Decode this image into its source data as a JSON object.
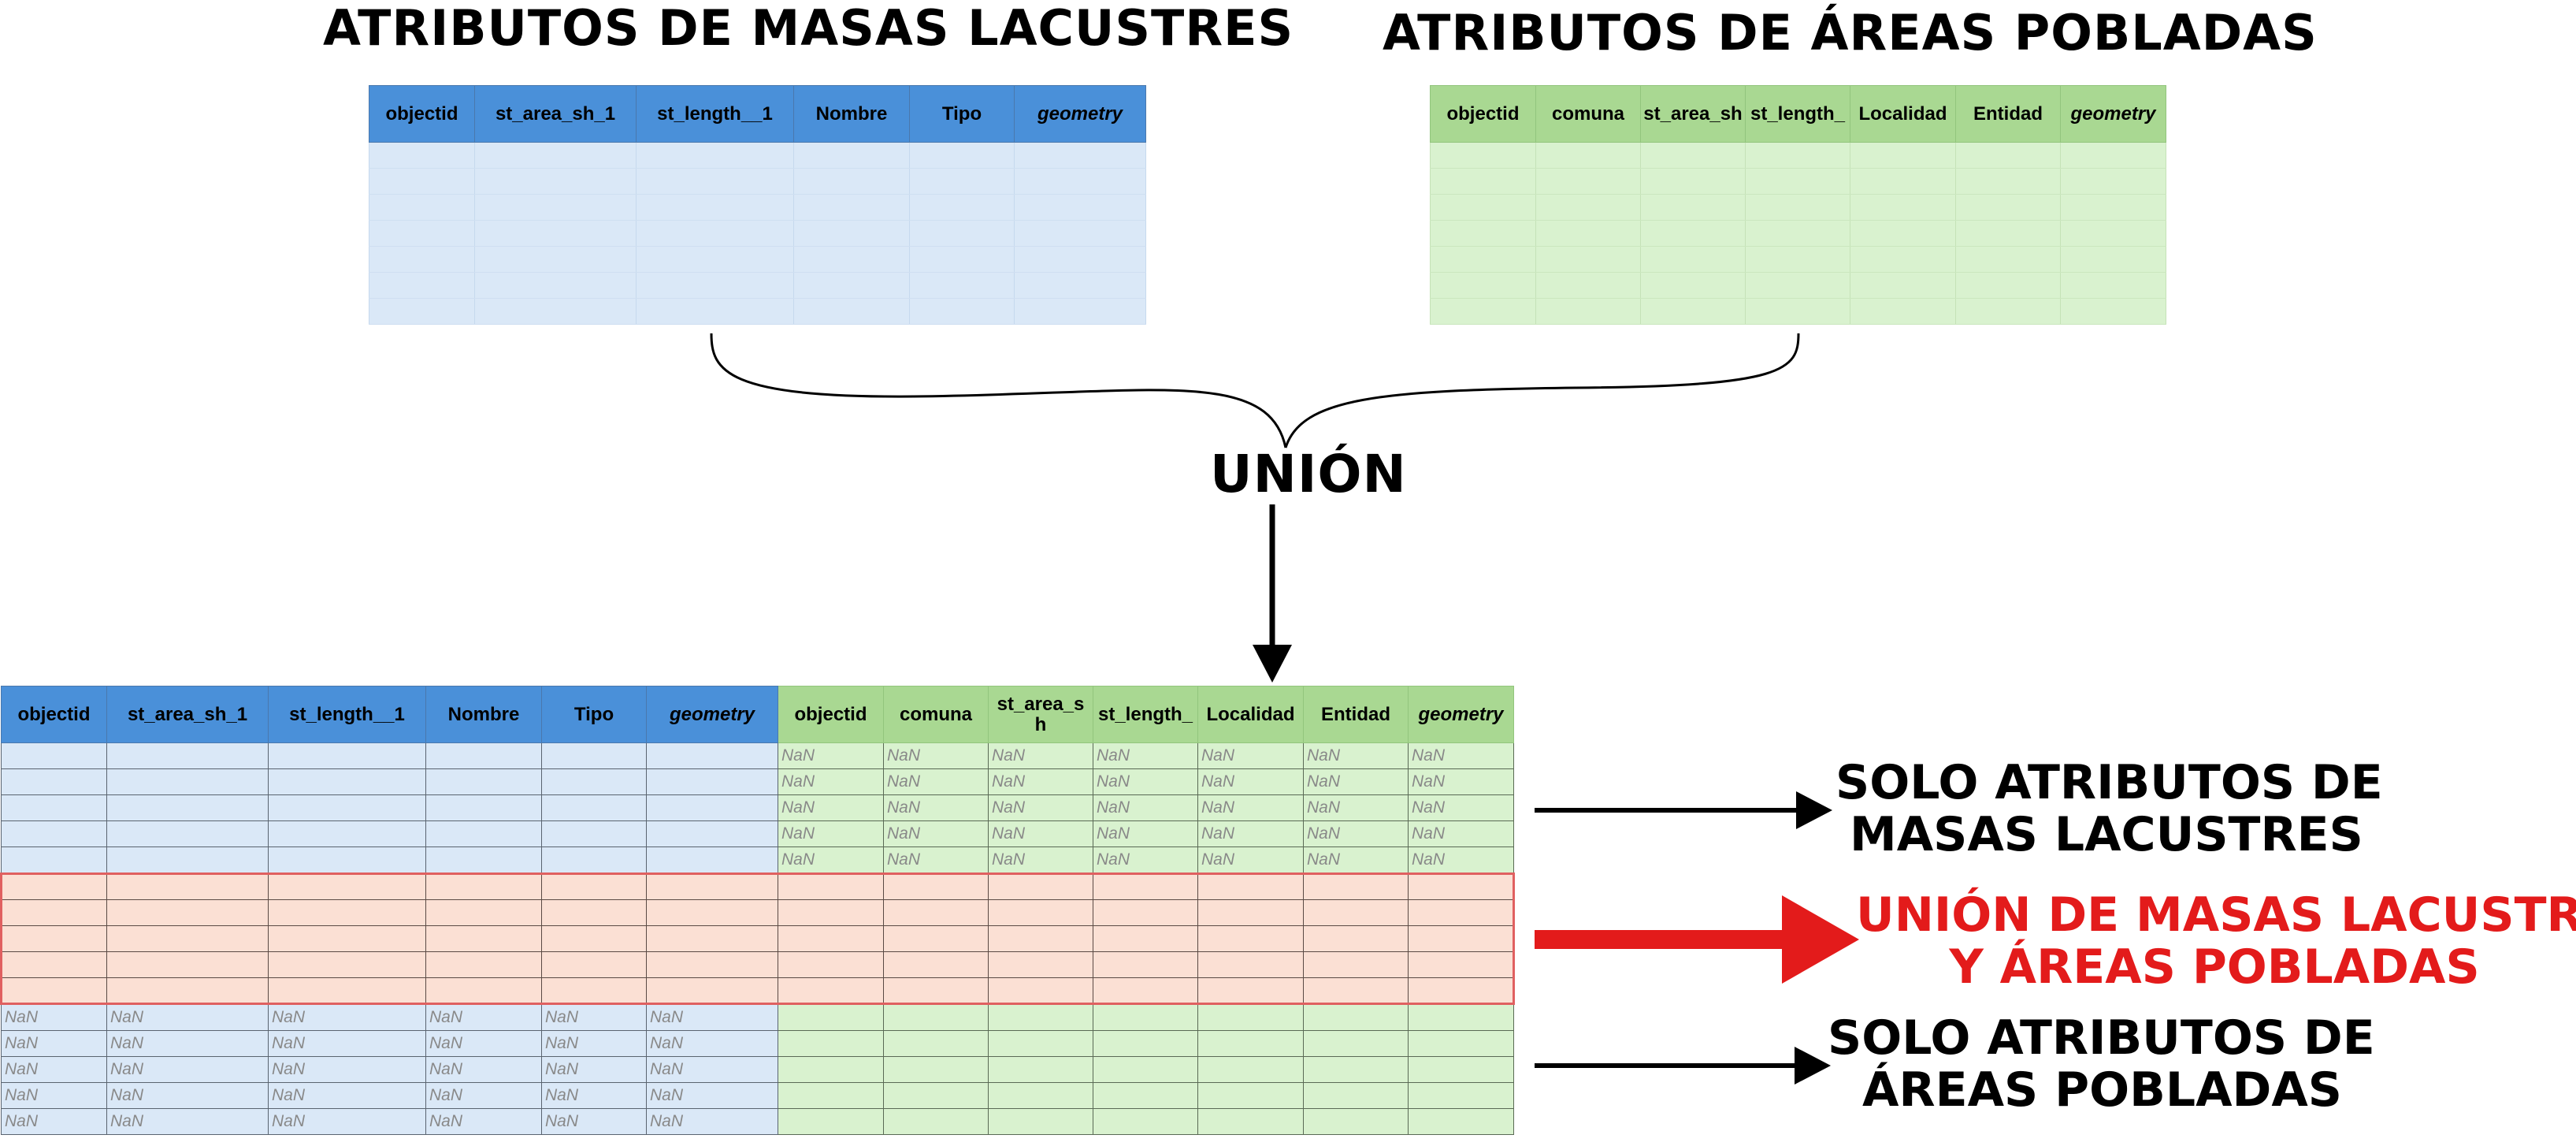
{
  "titles": {
    "left": "ATRIBUTOS DE MASAS LACUSTRES",
    "right": "ATRIBUTOS DE ÁREAS POBLADAS",
    "union": "UNIÓN"
  },
  "lacustres": {
    "columns": [
      "objectid",
      "st_area_sh_1",
      "st_length__1",
      "Nombre",
      "Tipo",
      "geometry"
    ]
  },
  "pobladas": {
    "columns": [
      "objectid",
      "comuna",
      "st_area_sh",
      "st_length_",
      "Localidad",
      "Entidad",
      "geometry"
    ]
  },
  "merged": {
    "left_columns": [
      "objectid",
      "st_area_sh_1",
      "st_length__1",
      "Nombre",
      "Tipo",
      "geometry"
    ],
    "right_columns": [
      "objectid",
      "comuna",
      "st_area_s\nh",
      "st_length_",
      "Localidad",
      "Entidad",
      "geometry"
    ],
    "nan": "NaN"
  },
  "labels": {
    "solo_lacustres": [
      "SOLO ATRIBUTOS DE",
      "MASAS LACUSTRES"
    ],
    "union_label": [
      "UNIÓN DE MASAS LACUSTRES",
      "Y ÁREAS POBLADAS"
    ],
    "solo_pobladas": [
      "SOLO ATRIBUTOS DE",
      "ÁREAS POBLADAS"
    ]
  },
  "colors": {
    "lacustres_header": "#4a90d9",
    "lacustres_body": "#dae8f7",
    "pobladas_header": "#a9d892",
    "pobladas_body": "#d9f2cf",
    "union_rows": "#fbe0d4",
    "union_accent": "#e31b1b"
  }
}
